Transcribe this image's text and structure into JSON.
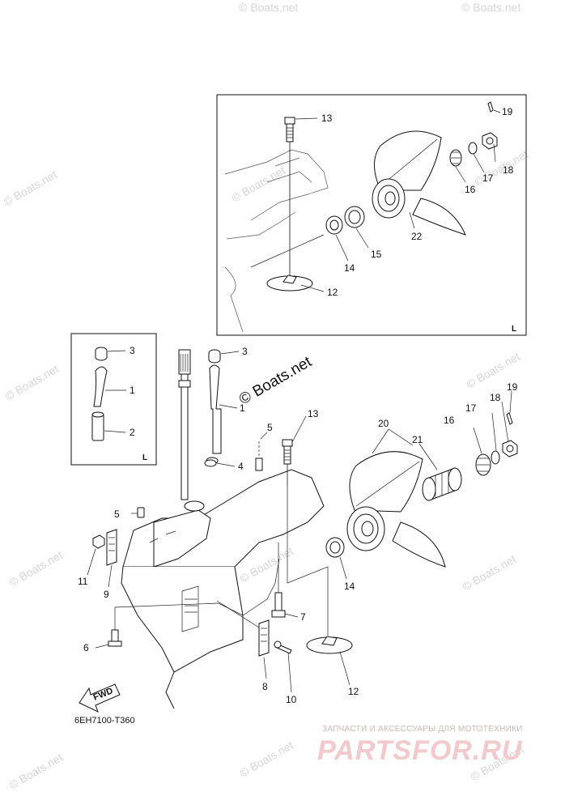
{
  "watermarks": {
    "main": "© Boats.net",
    "small": "© Boats.net"
  },
  "diagram_code": "6EH7100-T360",
  "fwd_label": "FWD",
  "box_labels": {
    "top_box": "L",
    "left_box": "L"
  },
  "brand": {
    "subtitle": "ЗАПЧАСТИ И АКСЕССУАРЫ ДЛЯ МОТОТЕХНИКИ",
    "name": "PARTSFOR.RU"
  },
  "callouts": {
    "top_13": "13",
    "top_19": "19",
    "top_18": "18",
    "top_17": "17",
    "top_16": "16",
    "top_22": "22",
    "top_15": "15",
    "top_14": "14",
    "top_12": "12",
    "left_3": "3",
    "left_1": "1",
    "left_2": "2",
    "m_3": "3",
    "m_1": "1",
    "m_4": "4",
    "m_5a": "5",
    "m_13": "13",
    "m_5b": "5",
    "m_11": "11",
    "m_9": "9",
    "m_6": "6",
    "m_7": "7",
    "m_8": "8",
    "m_10": "10",
    "m_12": "12",
    "m_14": "14",
    "m_20": "20",
    "m_21": "21",
    "m_16": "16",
    "m_17": "17",
    "m_18": "18",
    "m_19": "19"
  }
}
